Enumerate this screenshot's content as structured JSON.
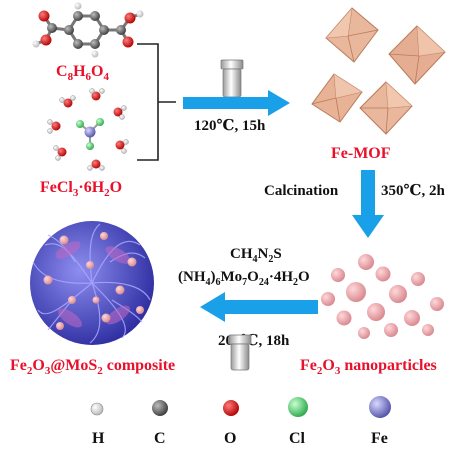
{
  "colors": {
    "label_red": "#e8102a",
    "arrow_blue": "#1aa0e8",
    "octahedron": "#e7b49a",
    "nanoparticle": "#e9a3a8",
    "mos2_flower": "#4a4ad6"
  },
  "reactants": {
    "organic_formula_main": "C",
    "organic_formula_sub1": "8",
    "organic_formula_h": "H",
    "organic_formula_sub2": "6",
    "organic_formula_o": "O",
    "organic_formula_sub3": "4",
    "salt_formula_main": "FeCl",
    "salt_formula_sub": "3",
    "salt_formula_tail": "·6H",
    "salt_formula_sub2": "2",
    "salt_formula_o": "O"
  },
  "step1": {
    "condition": "120℃, 15h",
    "product": "Fe-MOF"
  },
  "step2": {
    "label": "Calcination",
    "condition": "350℃, 2h"
  },
  "step3": {
    "reagent1_main": "CH",
    "reagent1_sub1": "4",
    "reagent1_n": "N",
    "reagent1_sub2": "2",
    "reagent1_s": "S",
    "reagent2_p1": "(NH",
    "reagent2_sub1": "4",
    "reagent2_p2": ")",
    "reagent2_sub2": "6",
    "reagent2_p3": "Mo",
    "reagent2_sub3": "7",
    "reagent2_p4": "O",
    "reagent2_sub4": "24",
    "reagent2_p5": "·4H",
    "reagent2_sub5": "2",
    "reagent2_p6": "O",
    "condition": "200℃, 18h"
  },
  "nanoparticles_label": {
    "p1": "Fe",
    "sub1": "2",
    "p2": "O",
    "sub2": "3",
    "p3": " nanoparticles"
  },
  "composite_label": {
    "p1": "Fe",
    "sub1": "2",
    "p2": "O",
    "sub2": "3",
    "p3": "@MoS",
    "sub3": "2",
    "p4": " composite"
  },
  "legend": [
    {
      "symbol": "H",
      "color": "#f2f2f2",
      "icon": "white-sphere-icon"
    },
    {
      "symbol": "C",
      "color": "#6a6a6a",
      "icon": "gray-sphere-icon"
    },
    {
      "symbol": "O",
      "color": "#e01010",
      "icon": "red-sphere-icon"
    },
    {
      "symbol": "Cl",
      "color": "#4ad26a",
      "icon": "green-sphere-icon"
    },
    {
      "symbol": "Fe",
      "color": "#7a78c8",
      "icon": "purple-sphere-icon"
    }
  ]
}
